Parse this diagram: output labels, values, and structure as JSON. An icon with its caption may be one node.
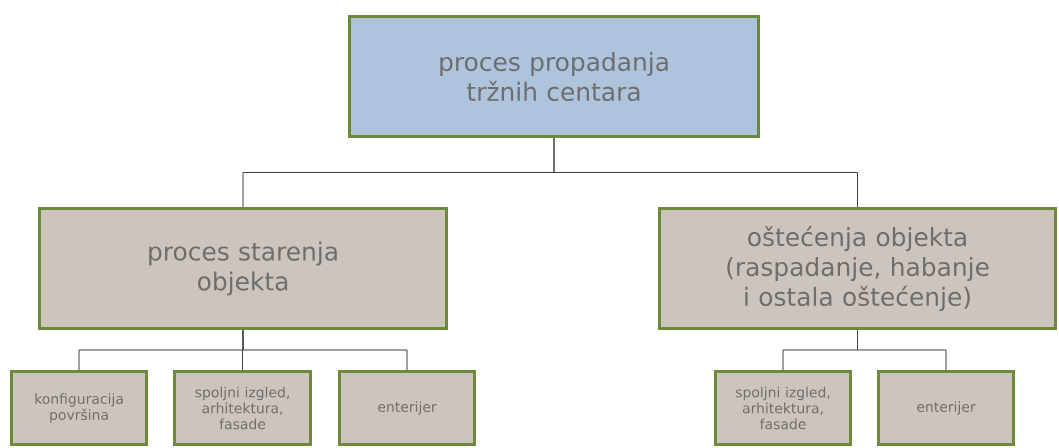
{
  "diagram": {
    "nodes": [
      {
        "text": [
          "proces propadanja tržnih centara"
        ]
      },
      {
        "text": [
          "proces starenja objekta"
        ]
      },
      {
        "text": [
          "oštećenja objekta (raspadanje, habanje i ostala oštećenje)"
        ]
      },
      {
        "text": [
          "konfiguracija površina"
        ]
      },
      {
        "text": [
          "spoljni izgled, arhitektura, fasade"
        ]
      },
      {
        "text": [
          "enterijer"
        ]
      },
      {
        "text": [
          "spoljni izgled, arhitektura, fasade"
        ]
      },
      {
        "text": [
          "enterijer"
        ]
      }
    ],
    "edges": [
      {
        "from": 0,
        "to": 1,
        "arrow": "none"
      },
      {
        "from": 0,
        "to": 2,
        "arrow": "none"
      },
      {
        "from": 1,
        "to": 3,
        "arrow": "none"
      },
      {
        "from": 1,
        "to": 4,
        "arrow": "none"
      },
      {
        "from": 1,
        "to": 5,
        "arrow": "none"
      },
      {
        "from": 2,
        "to": 6,
        "arrow": "none"
      },
      {
        "from": 2,
        "to": 7,
        "arrow": "none"
      }
    ]
  }
}
